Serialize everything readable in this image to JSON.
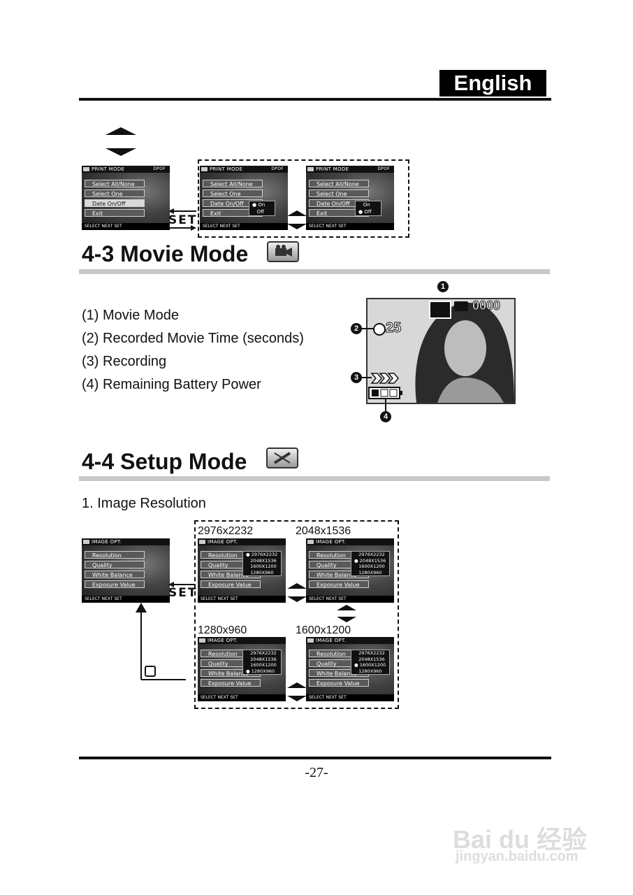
{
  "header": {
    "language": "English"
  },
  "menu_screens": {
    "title": "PRINT MODE",
    "title_right": "DPOF",
    "items": [
      "Select All/None",
      "Select One",
      "Date On/Off",
      "Exit"
    ],
    "popup_options": [
      "On",
      "Off"
    ],
    "bottom": "SELECT   NEXT   SET"
  },
  "set_label": "SET",
  "section_movie": {
    "title": "4-3 Movie Mode",
    "items": [
      "(1) Movie Mode",
      "(2) Recorded Movie Time (seconds)",
      "(3) Recording",
      "(4) Remaining Battery Power"
    ],
    "screen_counter": "0000",
    "screen_time": "25",
    "callouts": [
      "1",
      "2",
      "3",
      "4"
    ]
  },
  "section_setup": {
    "title": "4-4 Setup Mode",
    "subhead": "1. Image Resolution",
    "screen_title": "IMAGE OPT.",
    "items": [
      "Resolution",
      "Quality",
      "White Balance",
      "Exposure Value"
    ],
    "resolutions": [
      "2976X2232",
      "2048X1536",
      "1600X1200",
      "1280X960"
    ],
    "labels": [
      "2976x2232",
      "2048x1536",
      "1280x960",
      "1600x1200"
    ]
  },
  "footer": {
    "page": "-27-"
  },
  "watermark": {
    "brand": "Bai du 经验",
    "url": "jingyan.baidu.com"
  }
}
